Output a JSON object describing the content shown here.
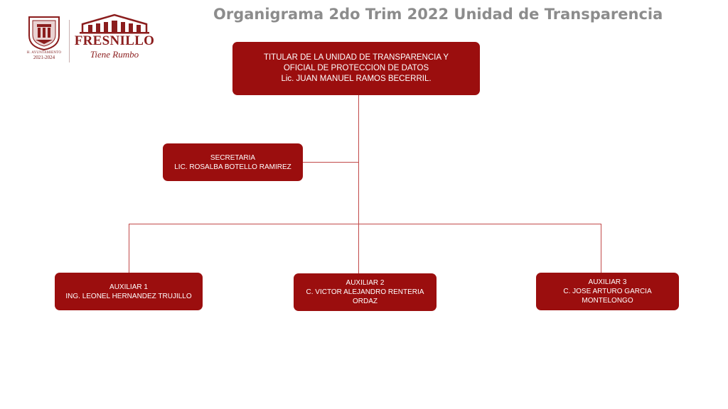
{
  "title": "Organigrama 2do Trim 2022 Unidad de Transparencia",
  "logos": {
    "seal": {
      "line1": "H. AYUNTAMIENTO",
      "years": "2021-2024"
    },
    "fresnillo": {
      "name": "FRESNILLO",
      "tagline": "Tiene Rumbo"
    }
  },
  "colors": {
    "box_fill": "#9b0e0e",
    "box_text": "#ffffff",
    "connector": "#c24a4a",
    "title_text": "#8c8c8c"
  },
  "org": {
    "titular": {
      "role_line1": "TITULAR DE LA UNIDAD DE TRANSPARENCIA Y",
      "role_line2": "OFICIAL DE PROTECCION DE DATOS",
      "person": "Lic. JUAN MANUEL RAMOS BECERRIL."
    },
    "secretaria": {
      "role": "SECRETARIA",
      "person": "LIC. ROSALBA BOTELLO RAMIREZ"
    },
    "auxiliares": [
      {
        "role": "AUXILIAR 1",
        "person": "ING. LEONEL HERNANDEZ TRUJILLO"
      },
      {
        "role": "AUXILIAR 2",
        "person": "C. VICTOR ALEJANDRO RENTERIA ORDAZ"
      },
      {
        "role": "AUXILIAR 3",
        "person": "C. JOSE ARTURO GARCIA MONTELONGO"
      }
    ]
  }
}
